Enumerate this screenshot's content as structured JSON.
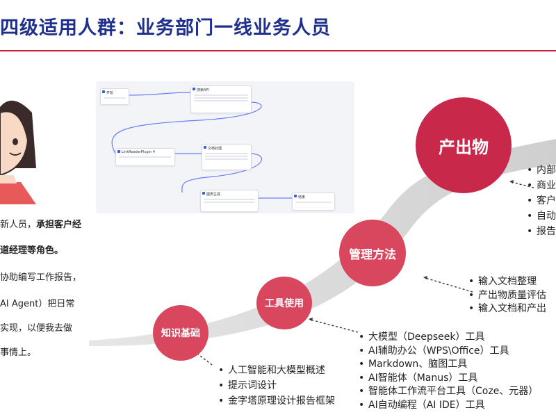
{
  "header": {
    "title": "四级适用人群：业务部门一线业务人员"
  },
  "persona": {
    "lines": [
      {
        "plain": "新人员，",
        "bold": "承担客户经"
      },
      {
        "plain": "",
        "bold": "道经理等角色。"
      },
      {
        "plain": "协助编写工作报告，",
        "bold": ""
      },
      {
        "plain": "AI Agent）把日常",
        "bold": ""
      },
      {
        "plain": "实现，以便我去做",
        "bold": ""
      },
      {
        "plain": "事情上。",
        "bold": ""
      }
    ]
  },
  "workflow": {
    "nodes": [
      {
        "title": "开始"
      },
      {
        "title": "搜索API"
      },
      {
        "title": "LinkReaderPlugin 4"
      },
      {
        "title": "文档处理"
      },
      {
        "title": "图表生成"
      },
      {
        "title": "结束"
      }
    ]
  },
  "stages": [
    {
      "label": "知识基础",
      "color": "#d8475e"
    },
    {
      "label": "工具使用",
      "color": "#d8475e"
    },
    {
      "label": "管理方法",
      "color": "#d8475e"
    },
    {
      "label": "产出物",
      "color": "#c8284a"
    }
  ],
  "lists": {
    "knowledge": [
      "人工智能和大模型概述",
      "提示词设计",
      "金字塔原理设计报告框架"
    ],
    "tools": [
      "大模型（Deepseek）工具",
      "AI辅助办公（WPS\\Office）工具",
      "Markdown、脑图工具",
      "AI智能体（Manus）工具",
      "智能体工作流平台工具（Coze、元器）",
      "AI自动编程（AI IDE）工具"
    ],
    "methods": [
      "输入文档整理",
      "产出物质量评估",
      "输入文档和产出"
    ],
    "outputs": [
      "内部",
      "商业",
      "客户",
      "自动",
      "报告"
    ]
  },
  "colors": {
    "title": "#1f2f8c",
    "rule": "#c71f3a",
    "curve": "#d3d3d3",
    "accent": "#c8284a"
  }
}
